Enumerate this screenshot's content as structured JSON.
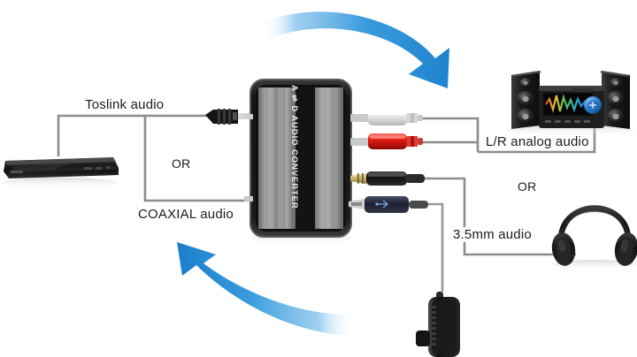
{
  "diagram": {
    "title": "A/D Audio Converter connection diagram",
    "background_color": "#ffffff",
    "wire_color": "#8c8c8c",
    "label_color": "#1c1c1c",
    "arrow_color": "#2a8fd8"
  },
  "device": {
    "name": "A/D Audio Converter",
    "faceplate_text": "A ⇌ D AUDIO CONVERTER",
    "body_color": "#2b2b2b",
    "panel_color": "#8d8d8d"
  },
  "labels": {
    "toslink": "Toslink audio",
    "coaxial": "COAXIAL audio",
    "or_left": "OR",
    "lr_analog": "L/R analog audio",
    "or_right": "OR",
    "headphone": "3.5mm audio"
  },
  "sources": [
    {
      "name": "blu-ray-player",
      "label": "Blu-ray / DVD player",
      "position": "bottom-left"
    }
  ],
  "outputs": [
    {
      "name": "speaker-system",
      "label": "Hi-Fi speaker system",
      "position": "top-right"
    },
    {
      "name": "headphones",
      "label": "Over-ear headphones",
      "position": "right"
    }
  ],
  "connectors": [
    {
      "name": "toslink-plug",
      "label": "Toslink optical plug",
      "color": "#1a1a1a"
    },
    {
      "name": "rca-white-plug",
      "label": "RCA left (white)",
      "color": "#f2f2f2"
    },
    {
      "name": "rca-red-plug",
      "label": "RCA right (red)",
      "color": "#d81f1f"
    },
    {
      "name": "jack-3.5mm-plug",
      "label": "3.5 mm stereo jack",
      "color": "#151515"
    },
    {
      "name": "micro-usb-plug",
      "label": "Micro USB power plug",
      "color": "#23243a"
    }
  ],
  "power": {
    "name": "usb-power-adapter",
    "label": "USB power adapter",
    "color": "#1e1e1e"
  },
  "arrows": [
    {
      "name": "arrow-top",
      "label": "flow to output devices",
      "direction": "right-down",
      "color": "#2a8fd8"
    },
    {
      "name": "arrow-bottom",
      "label": "flow from source device",
      "direction": "left-up",
      "color": "#2a8fd8"
    }
  ]
}
